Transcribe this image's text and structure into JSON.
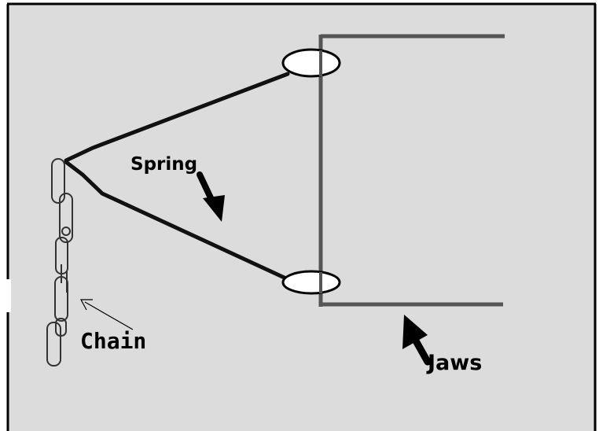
{
  "labels": {
    "spring": "Spring",
    "chain": "Chain",
    "jaws": "Jaws"
  },
  "colors": {
    "background": "#dcdcdc",
    "frame": "#000000",
    "spring": "#111111",
    "jaws": "#555555",
    "chain": "#333333",
    "pivot_fill": "#ffffff"
  }
}
